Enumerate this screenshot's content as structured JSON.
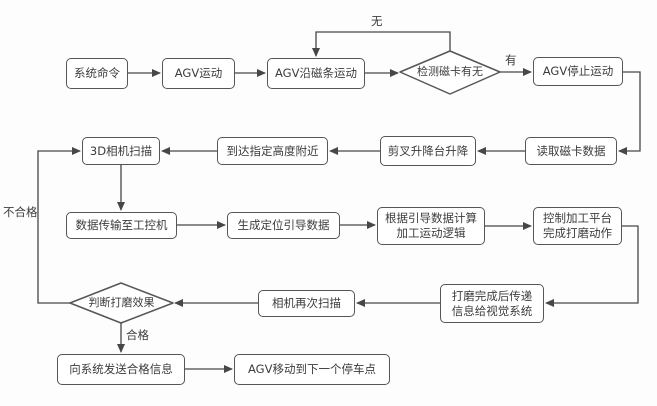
{
  "diagram": {
    "title": "AGV grinding process flowchart",
    "colors": {
      "background": "#fdfdfd",
      "node_fill": "#ffffff",
      "node_border": "#565656",
      "connector": "#474747",
      "text": "#3c3c3c"
    },
    "nodes": [
      {
        "id": "sys-command",
        "type": "process",
        "label": "系统命令"
      },
      {
        "id": "agv-move",
        "type": "process",
        "label": "AGV运动"
      },
      {
        "id": "agv-strip",
        "type": "process",
        "label": "AGV沿磁条运动"
      },
      {
        "id": "detect-card",
        "type": "decision",
        "label": "检测磁卡有无"
      },
      {
        "id": "agv-stop",
        "type": "process",
        "label": "AGV停止运动"
      },
      {
        "id": "cam3d-scan",
        "type": "process",
        "label": "3D相机扫描"
      },
      {
        "id": "reach-height",
        "type": "process",
        "label": "到达指定高度附近"
      },
      {
        "id": "scissor-lift",
        "type": "process",
        "label": "剪叉升降台升降"
      },
      {
        "id": "read-card",
        "type": "process",
        "label": "读取磁卡数据"
      },
      {
        "id": "data-to-ipc",
        "type": "process",
        "label": "数据传输至工控机"
      },
      {
        "id": "gen-guide",
        "type": "process",
        "label": "生成定位引导数据"
      },
      {
        "id": "calc-logic",
        "type": "process",
        "label": "根据引导数据计算\n加工运动逻辑"
      },
      {
        "id": "ctrl-platform",
        "type": "process",
        "label": "控制加工平台\n完成打磨动作"
      },
      {
        "id": "judge-effect",
        "type": "decision",
        "label": "判断打磨效果"
      },
      {
        "id": "cam-rescan",
        "type": "process",
        "label": "相机再次扫描"
      },
      {
        "id": "pass-msg",
        "type": "process",
        "label": "打磨完成后传递\n信息给视觉系统"
      },
      {
        "id": "send-ok",
        "type": "process",
        "label": "向系统发送合格信息"
      },
      {
        "id": "agv-next",
        "type": "process",
        "label": "AGV移动到下一个停车点"
      }
    ],
    "edge_labels": [
      {
        "id": "no",
        "text": "无"
      },
      {
        "id": "yes",
        "text": "有"
      },
      {
        "id": "fail",
        "text": "不合格"
      },
      {
        "id": "pass",
        "text": "合格"
      }
    ],
    "edges": [
      {
        "from": "系统命令",
        "to": "AGV运动"
      },
      {
        "from": "AGV运动",
        "to": "AGV沿磁条运动"
      },
      {
        "from": "AGV沿磁条运动",
        "to": "检测磁卡有无"
      },
      {
        "from": "检测磁卡有无",
        "to": "AGV沿磁条运动",
        "label": "无"
      },
      {
        "from": "检测磁卡有无",
        "to": "AGV停止运动",
        "label": "有"
      },
      {
        "from": "AGV停止运动",
        "to": "读取磁卡数据"
      },
      {
        "from": "读取磁卡数据",
        "to": "剪叉升降台升降"
      },
      {
        "from": "剪叉升降台升降",
        "to": "到达指定高度附近"
      },
      {
        "from": "到达指定高度附近",
        "to": "3D相机扫描"
      },
      {
        "from": "3D相机扫描",
        "to": "数据传输至工控机"
      },
      {
        "from": "数据传输至工控机",
        "to": "生成定位引导数据"
      },
      {
        "from": "生成定位引导数据",
        "to": "根据引导数据计算加工运动逻辑"
      },
      {
        "from": "根据引导数据计算加工运动逻辑",
        "to": "控制加工平台完成打磨动作"
      },
      {
        "from": "控制加工平台完成打磨动作",
        "to": "打磨完成后传递信息给视觉系统"
      },
      {
        "from": "打磨完成后传递信息给视觉系统",
        "to": "相机再次扫描"
      },
      {
        "from": "相机再次扫描",
        "to": "判断打磨效果"
      },
      {
        "from": "判断打磨效果",
        "to": "3D相机扫描",
        "label": "不合格"
      },
      {
        "from": "判断打磨效果",
        "to": "向系统发送合格信息",
        "label": "合格"
      },
      {
        "from": "向系统发送合格信息",
        "to": "AGV移动到下一个停车点"
      }
    ]
  }
}
